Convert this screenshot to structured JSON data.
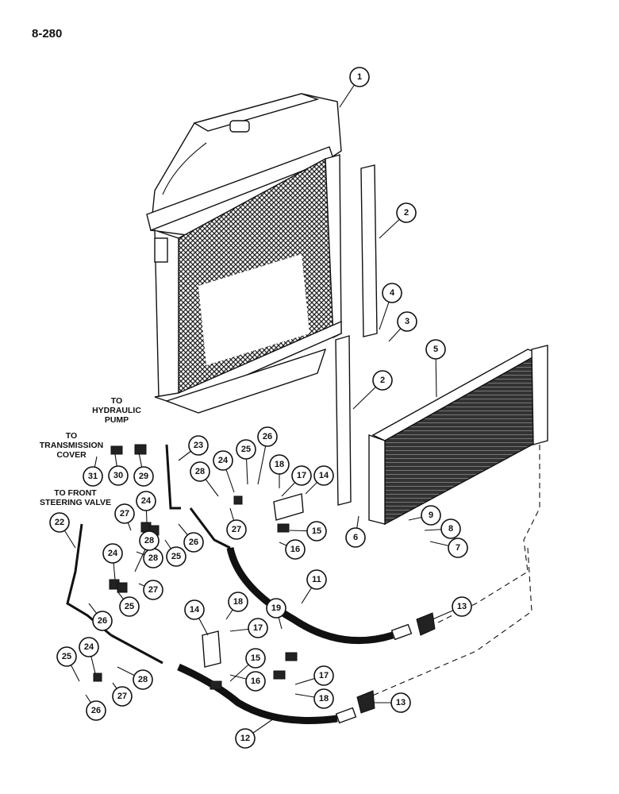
{
  "page_number": "8-280",
  "notes": {
    "hydraulic_pump": [
      "TO",
      "HYDRAULIC",
      "PUMP"
    ],
    "transmission_cover": [
      "TO",
      "TRANSMISSION",
      "COVER"
    ],
    "front_steering_valve": [
      "TO FRONT",
      "STEERING VALVE"
    ]
  },
  "callouts": [
    "1",
    "2",
    "2",
    "3",
    "4",
    "5",
    "6",
    "7",
    "8",
    "9",
    "11",
    "12",
    "13",
    "13",
    "14",
    "14",
    "15",
    "15",
    "16",
    "16",
    "17",
    "17",
    "17",
    "18",
    "18",
    "18",
    "19",
    "22",
    "23",
    "24",
    "24",
    "24",
    "24",
    "25",
    "25",
    "25",
    "25",
    "26",
    "26",
    "26",
    "26",
    "27",
    "27",
    "27",
    "27",
    "28",
    "28",
    "28",
    "28",
    "29",
    "30",
    "31"
  ],
  "colors": {
    "ink": "#111111",
    "paper": "#ffffff",
    "shade": "#222222"
  }
}
